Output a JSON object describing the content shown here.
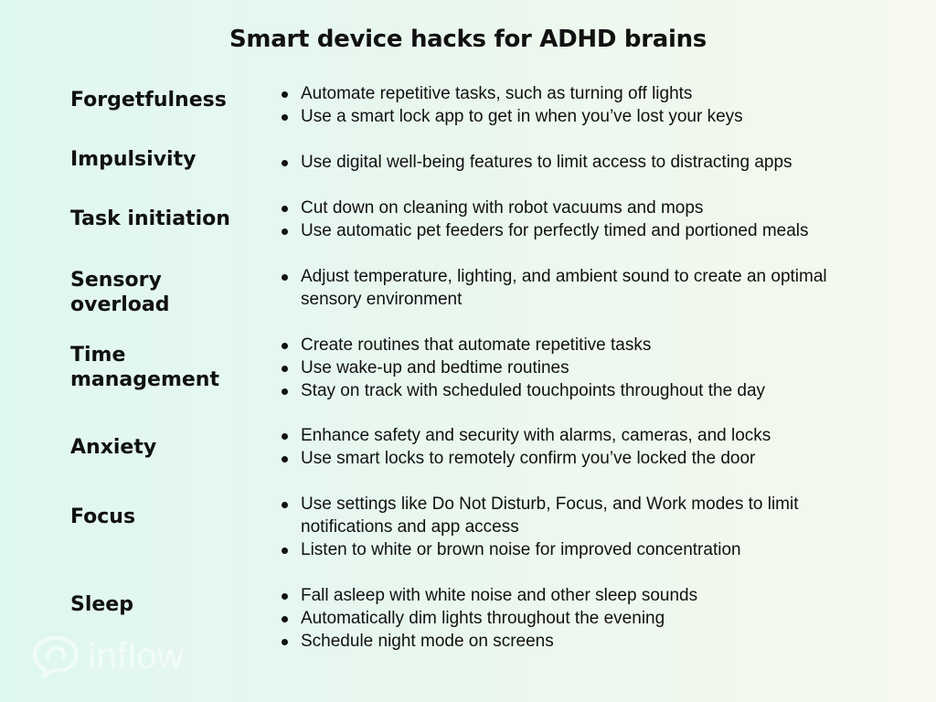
{
  "title": "Smart device hacks for ADHD brains",
  "rows": [
    {
      "label": "Forgetfulness",
      "items": [
        "Automate repetitive tasks, such as turning off lights",
        "Use a smart lock app to get in when you’ve lost your keys"
      ]
    },
    {
      "label": "Impulsivity",
      "items": [
        "Use digital well-being features to limit access to distracting apps"
      ]
    },
    {
      "label": "Task initiation",
      "items": [
        "Cut down on cleaning with robot vacuums and mops",
        "Use automatic pet feeders for perfectly timed and portioned meals"
      ]
    },
    {
      "label": "Sensory overload",
      "items": [
        "Adjust temperature, lighting, and ambient sound to create an optimal sensory environment"
      ]
    },
    {
      "label": "Time management",
      "items": [
        "Create routines that automate repetitive tasks",
        "Use wake-up and bedtime routines",
        "Stay on track with scheduled touchpoints throughout the day"
      ]
    },
    {
      "label": "Anxiety",
      "items": [
        "Enhance safety and security with alarms, cameras, and locks",
        "Use smart locks to remotely confirm you’ve locked the door"
      ]
    },
    {
      "label": "Focus",
      "items": [
        "Use settings like Do Not Disturb, Focus, and Work modes to limit notifications and app access",
        "Listen to white or brown noise for improved concentration"
      ]
    },
    {
      "label": "Sleep",
      "items": [
        "Fall asleep with white noise and other sleep sounds",
        "Automatically dim lights throughout the evening",
        "Schedule night mode on screens"
      ]
    }
  ],
  "logo": {
    "text": "inflow",
    "icon": "speech-bubble-logo-icon"
  }
}
